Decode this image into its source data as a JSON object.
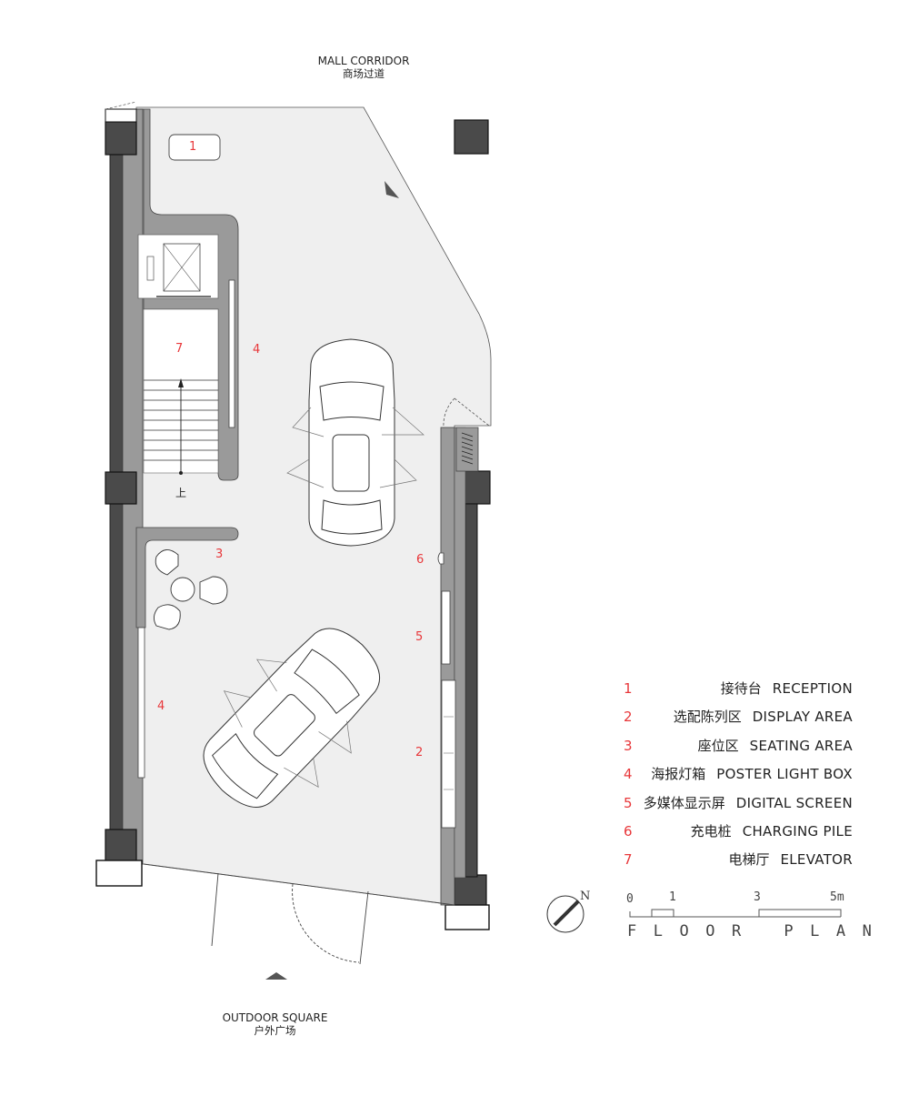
{
  "orientation": {
    "top": {
      "en": "MALL CORRIDOR",
      "cn": "商场过道"
    },
    "bottom": {
      "en": "OUTDOOR SQUARE",
      "cn": "户外广场"
    }
  },
  "plan_marks": {
    "reception": "1",
    "elevator": "7",
    "poster_upper": "4",
    "poster_lower": "4",
    "seating": "3",
    "charging": "6",
    "screen": "5",
    "display": "2",
    "stair_up": "上"
  },
  "legend": [
    {
      "num": "1",
      "cn": "接待台",
      "en": "RECEPTION"
    },
    {
      "num": "2",
      "cn": "选配陈列区",
      "en": "DISPLAY AREA"
    },
    {
      "num": "3",
      "cn": "座位区",
      "en": "SEATING AREA"
    },
    {
      "num": "4",
      "cn": "海报灯箱",
      "en": "POSTER LIGHT BOX"
    },
    {
      "num": "5",
      "cn": "多媒体显示屏",
      "en": "DIGITAL SCREEN"
    },
    {
      "num": "6",
      "cn": "充电桩",
      "en": "CHARGING PILE"
    },
    {
      "num": "7",
      "cn": "电梯厅",
      "en": "ELEVATOR"
    }
  ],
  "north": "N",
  "scale": {
    "ticks": [
      "0",
      "1",
      "3",
      "5m"
    ],
    "title": "FLOOR PLAN"
  },
  "colors": {
    "accent": "#e8373a",
    "wall": "#4a4a4a",
    "floor": "#efefef",
    "interior_wall": "#9a9a9a"
  }
}
